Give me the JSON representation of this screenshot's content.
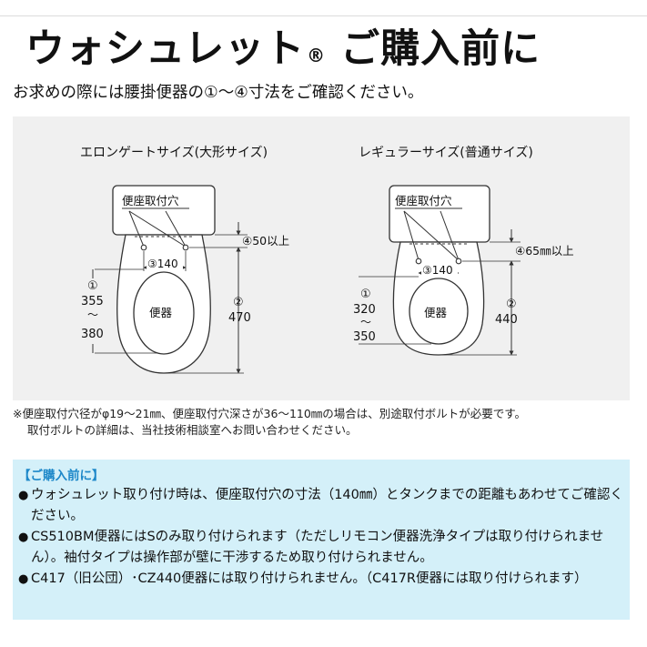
{
  "header": {
    "title": "ウォシュレット",
    "title_mark": "®",
    "title_suffix": "ご購入前に"
  },
  "subtitle": "お求めの際には腰掛便器の①～④寸法をご確認ください。",
  "diagram": {
    "elongated": {
      "heading": "エロンゲートサイズ(大形サイズ)",
      "hole_label": "便座取付穴",
      "bowl_label": "便器",
      "dim1_mark": "①",
      "dim1_top": "355",
      "dim1_sep": "～",
      "dim1_bottom": "380",
      "dim2_mark": "②",
      "dim2_value": "470",
      "dim3_label": "③140",
      "dim4_label": "④50以上"
    },
    "regular": {
      "heading": "レギュラーサイズ(普通サイズ)",
      "hole_label": "便座取付穴",
      "bowl_label": "便器",
      "dim1_mark": "①",
      "dim1_top": "320",
      "dim1_sep": "～",
      "dim1_bottom": "350",
      "dim2_mark": "②",
      "dim2_value": "440",
      "dim3_label": "③140",
      "dim4_label": "④65㎜以上"
    }
  },
  "notes": {
    "line1": "※便座取付穴径がφ19～21㎜、便座取付穴深さが36～110㎜の場合は、別途取付ボルトが必要です。",
    "line2": "取付ボルトの詳細は、当社技術相談室へお問い合わせください。"
  },
  "info": {
    "heading": "【ご購入前に】",
    "items": [
      "ウォシュレット取り付け時は、便座取付穴の寸法（140㎜）とタンクまでの距離もあわせてご確認ください。",
      "CS510BM便器にはSのみ取り付けられます（ただしリモコン便器洗浄タイプは取り付けられません）。袖付タイプは操作部が壁に干渉するため取り付けられません。",
      "C417（旧公団）･CZ440便器には取り付けられません。（C417R便器には取り付けられます）"
    ]
  },
  "colors": {
    "diagram_bg": "#f0f0f0",
    "info_bg": "#d4f0f9",
    "info_heading": "#1e88c9",
    "line": "#333333"
  }
}
